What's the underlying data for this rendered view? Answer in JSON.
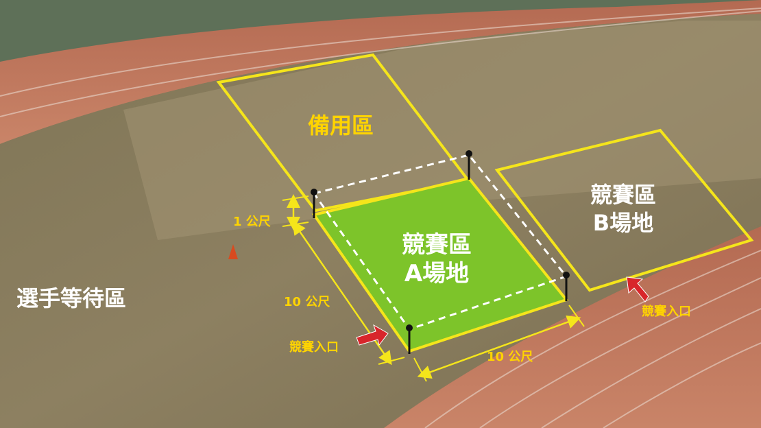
{
  "labels": {
    "reserve_area": "備用區",
    "court_a_line1": "競賽區",
    "court_a_line2": "A場地",
    "court_b_line1": "競賽區",
    "court_b_line2": "B場地",
    "waiting_area": "選手等待區",
    "dim_1m": "1 公尺",
    "dim_10m_left": "10 公尺",
    "dim_10m_bottom": "10 公尺",
    "entrance_a": "競賽入口",
    "entrance_b": "競賽入口"
  },
  "colors": {
    "grass": "#8a7c5c",
    "track": "#c07358",
    "court_green": "#7dc42a",
    "outline_yellow": "#f5e51b",
    "text_yellow": "#ffd400",
    "arrow_red": "#d8262b",
    "rope_white": "#ffffff"
  }
}
